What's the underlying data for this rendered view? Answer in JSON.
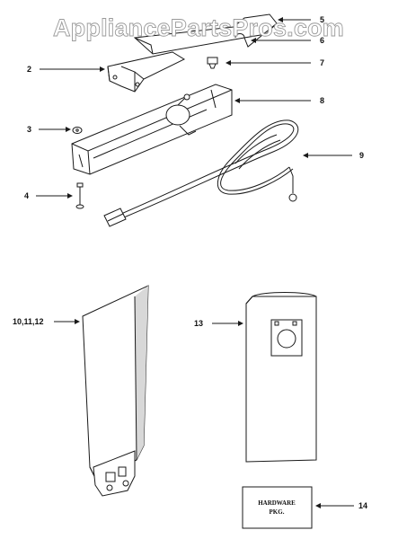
{
  "watermark": "AppliancePartsPros.com",
  "callouts": {
    "c1": "5",
    "c2": "6",
    "c3": "7",
    "c4": "2",
    "c5": "8",
    "c6": "3",
    "c7": "9",
    "c8": "4",
    "c9": "10,11,12",
    "c10": "13",
    "c11": "14"
  },
  "hardware_label": {
    "line1": "HARDWARE",
    "line2": "PKG."
  }
}
